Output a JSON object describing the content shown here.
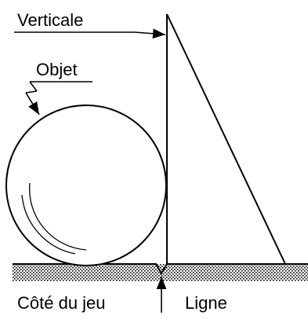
{
  "labels": {
    "vertical": "Verticale",
    "object": "Objet",
    "game_side": "Côté du jeu",
    "line": "Ligne"
  },
  "colors": {
    "stroke": "#000000",
    "ground_fill": "#d9d9d9",
    "background": "#ffffff"
  }
}
